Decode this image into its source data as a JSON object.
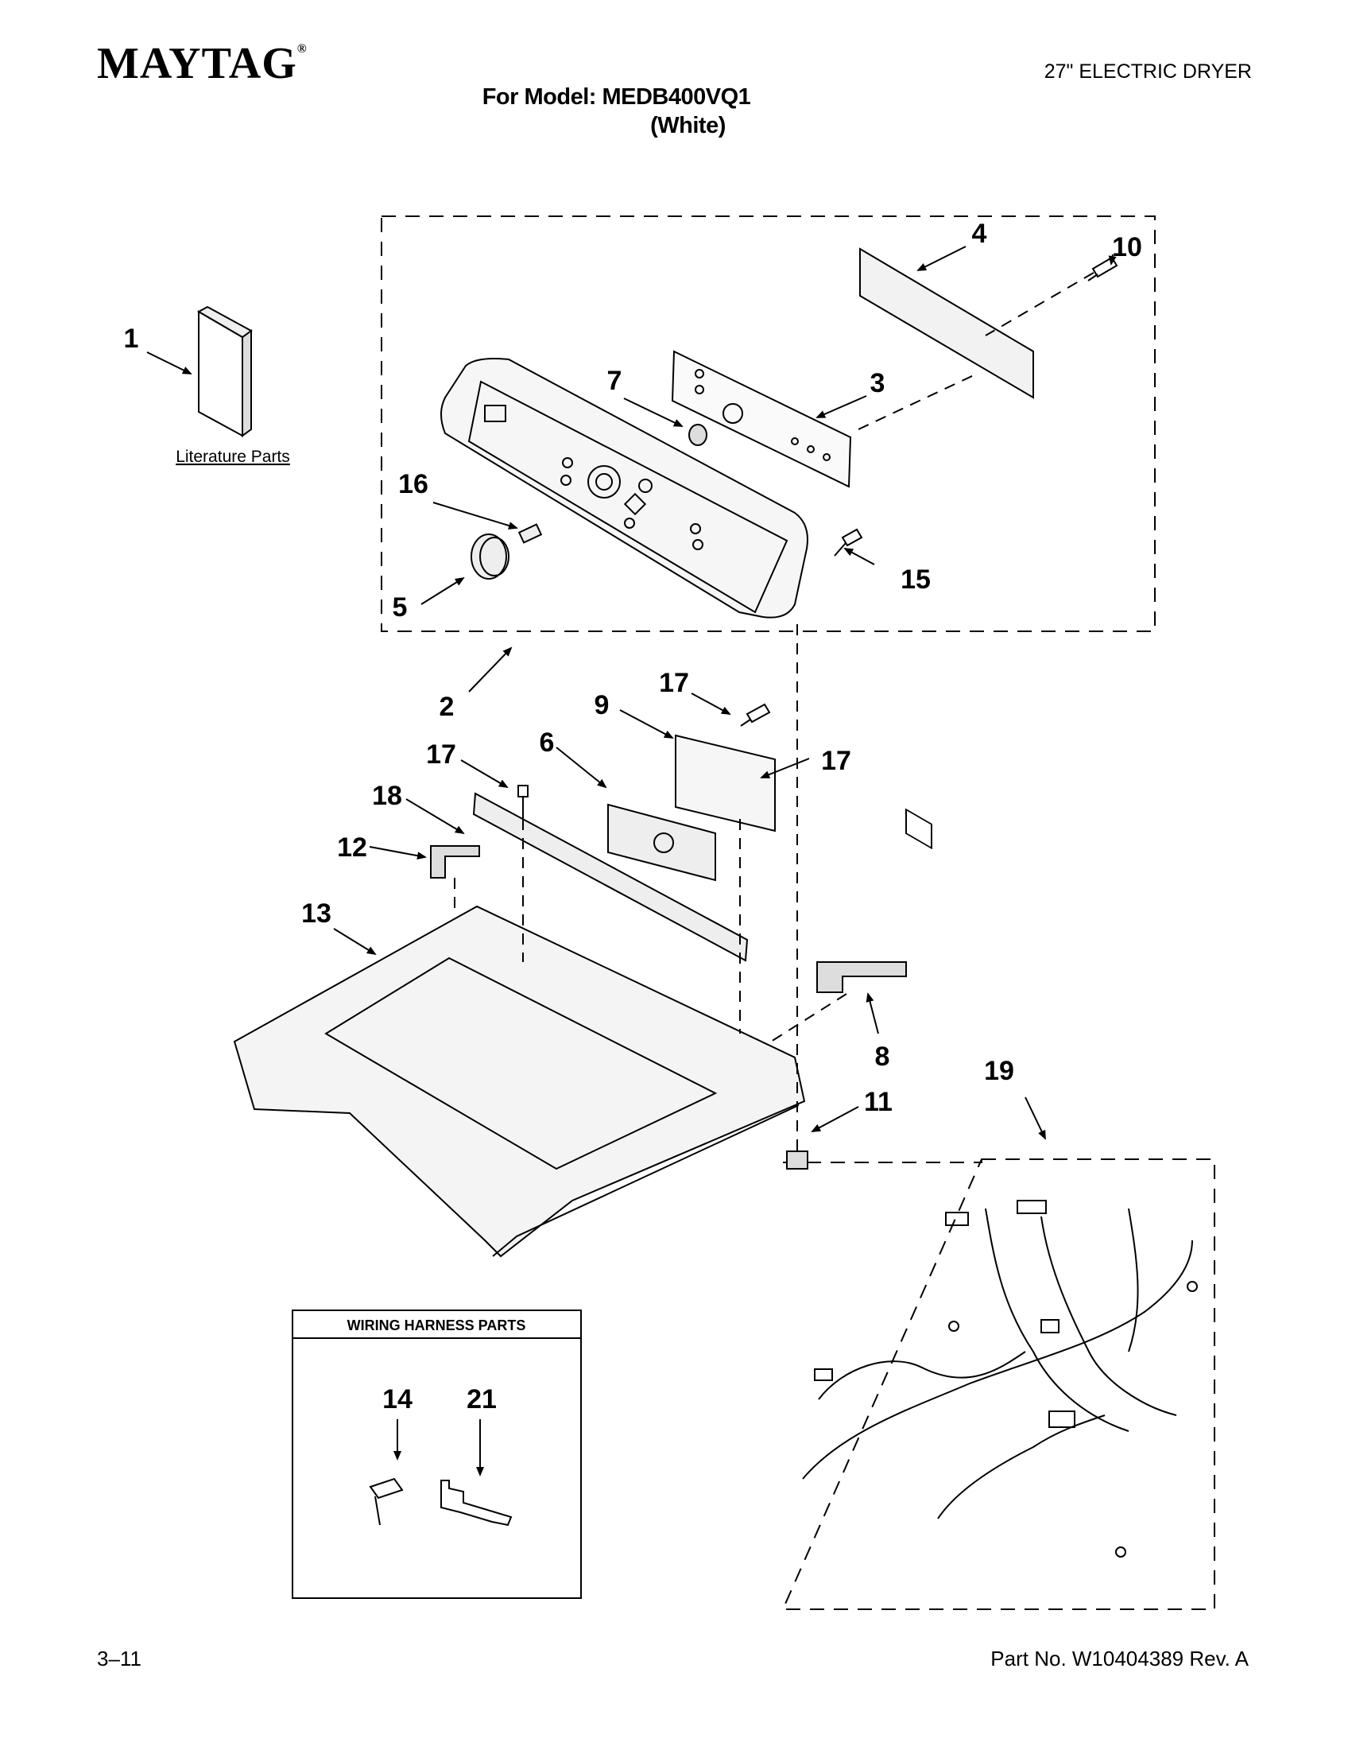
{
  "header": {
    "brand": "MAYTAG",
    "brand_mark": "®",
    "product": "27\" ELECTRIC DRYER",
    "model_line": "For Model: MEDB400VQ1",
    "color_line": "(White)"
  },
  "literature": {
    "label": "Literature Parts"
  },
  "callouts": [
    "1",
    "2",
    "3",
    "4",
    "5",
    "6",
    "7",
    "8",
    "9",
    "10",
    "11",
    "12",
    "13",
    "14",
    "15",
    "16",
    "17",
    "17",
    "17",
    "18",
    "19",
    "21"
  ],
  "wiring_box": {
    "title": "WIRING HARNESS PARTS"
  },
  "footer": {
    "page": "3–11",
    "part_no": "Part No. W10404389 Rev. A"
  }
}
